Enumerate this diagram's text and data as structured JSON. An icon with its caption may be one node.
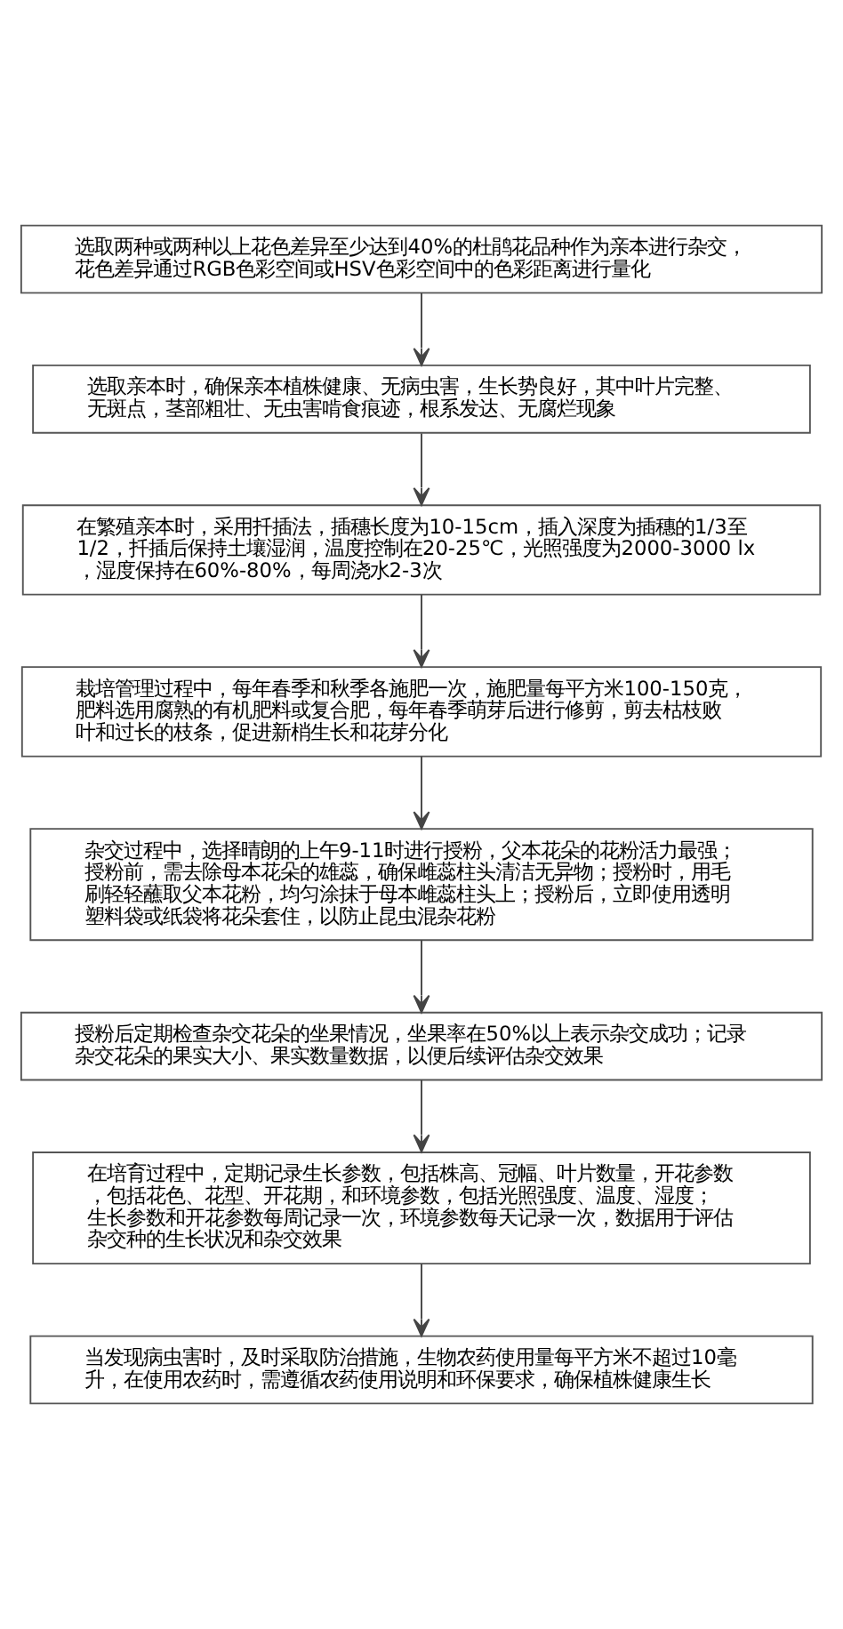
{
  "diagram": {
    "nodes": [
      {
        "text": [
          "选取两种或两种以上花色差异至少达到40%的杜鹃花品种作为亲本进行杂交，花色差异通过RGB色彩空间或HSV色彩空间中的色彩距离进行量化"
        ]
      },
      {
        "text": [
          "选取亲本时，确保亲本植株健康、无病虫害，生长势良好，其中叶片完整、无斑点，茎部粗壮、无虫害啃食痕迹，根系发达、无腐烂现象"
        ]
      },
      {
        "text": [
          "在繁殖亲本时，采用扦插法，插穗长度为10-15cm，插入深度为插穗的1/3至1/2，扦插后保持土壤湿润，温度控制在20-25℃，光照强度为2000-3000 lx，湿度保持在60%-80%，每周浇水2-3次"
        ]
      },
      {
        "text": [
          "栽培管理过程中，每年春季和秋季各施肥一次，施肥量每平方米100-150克，肥料选用腐熟的有机肥料或复合肥，每年春季萌芽后进行修剪，剪去枯枝败叶和过长的枝条，促进新梢生长和花芽分化"
        ]
      },
      {
        "text": [
          "杂交过程中，选择晴朗的上午9-11时进行授粉，父本花朵的花粉活力最强；授粉前，需去除母本花朵的雄蕊，确保雌蕊柱头清洁无异物；授粉时，用毛刷轻轻蘸取父本花粉，均匀涂抹于母本雌蕊柱头上；授粉后，立即使用透明塑料袋或纸袋将花朵套住，以防止昆虫混杂花粉"
        ]
      },
      {
        "text": [
          "授粉后定期检查杂交花朵的坐果情况，坐果率在50%以上表示杂交成功；记录杂交花朵的果实大小、果实数量数据，以便后续评估杂交效果"
        ]
      },
      {
        "text": [
          "在培育过程中，定期记录生长参数，包括株高、冠幅、叶片数量，开花参数，包括花色、花型、开花期，和环境参数，包括光照强度、温度、湿度；",
          "生长参数和开花参数每周记录一次，环境参数每天记录一次，数据用于评估杂交种的生长状况和杂交效果"
        ]
      },
      {
        "text": [
          "当发现病虫害时，及时采取防治措施，生物农药使用量每平方米不超过10毫升，在使用农药时，需遵循农药使用说明和环保要求，确保植株健康生长"
        ]
      }
    ],
    "edges": [
      {
        "from": 0,
        "to": 1,
        "arrow": "to"
      },
      {
        "from": 1,
        "to": 2,
        "arrow": "to"
      },
      {
        "from": 2,
        "to": 3,
        "arrow": "to"
      },
      {
        "from": 3,
        "to": 4,
        "arrow": "to"
      },
      {
        "from": 4,
        "to": 5,
        "arrow": "to"
      },
      {
        "from": 5,
        "to": 6,
        "arrow": "to"
      },
      {
        "from": 6,
        "to": 7,
        "arrow": "to"
      }
    ]
  }
}
